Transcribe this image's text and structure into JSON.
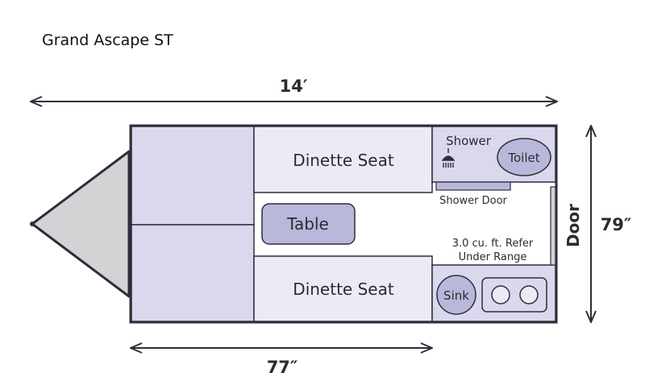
{
  "title": "Grand Ascape ST",
  "dimensions": {
    "length": "14′",
    "width": "79″",
    "dinette_length": "77″"
  },
  "rooms": {
    "dinette_seat_top": "Dinette Seat",
    "dinette_seat_bottom": "Dinette Seat",
    "table": "Table",
    "shower": "Shower",
    "toilet": "Toilet",
    "shower_door": "Shower Door",
    "refer_line1": "3.0 cu. ft. Refer",
    "refer_line2": "Under Range",
    "sink": "Sink",
    "door": "Door"
  },
  "icons": {
    "shower_head": "shower-head-icon",
    "burners": "stove-burner-icon"
  },
  "colors": {
    "outline": "#2e2e3a",
    "lavender": "#d9d8ec",
    "table_fill": "#b9b8db",
    "tongue": "#d3d3d6",
    "floor": "#ffffff"
  }
}
